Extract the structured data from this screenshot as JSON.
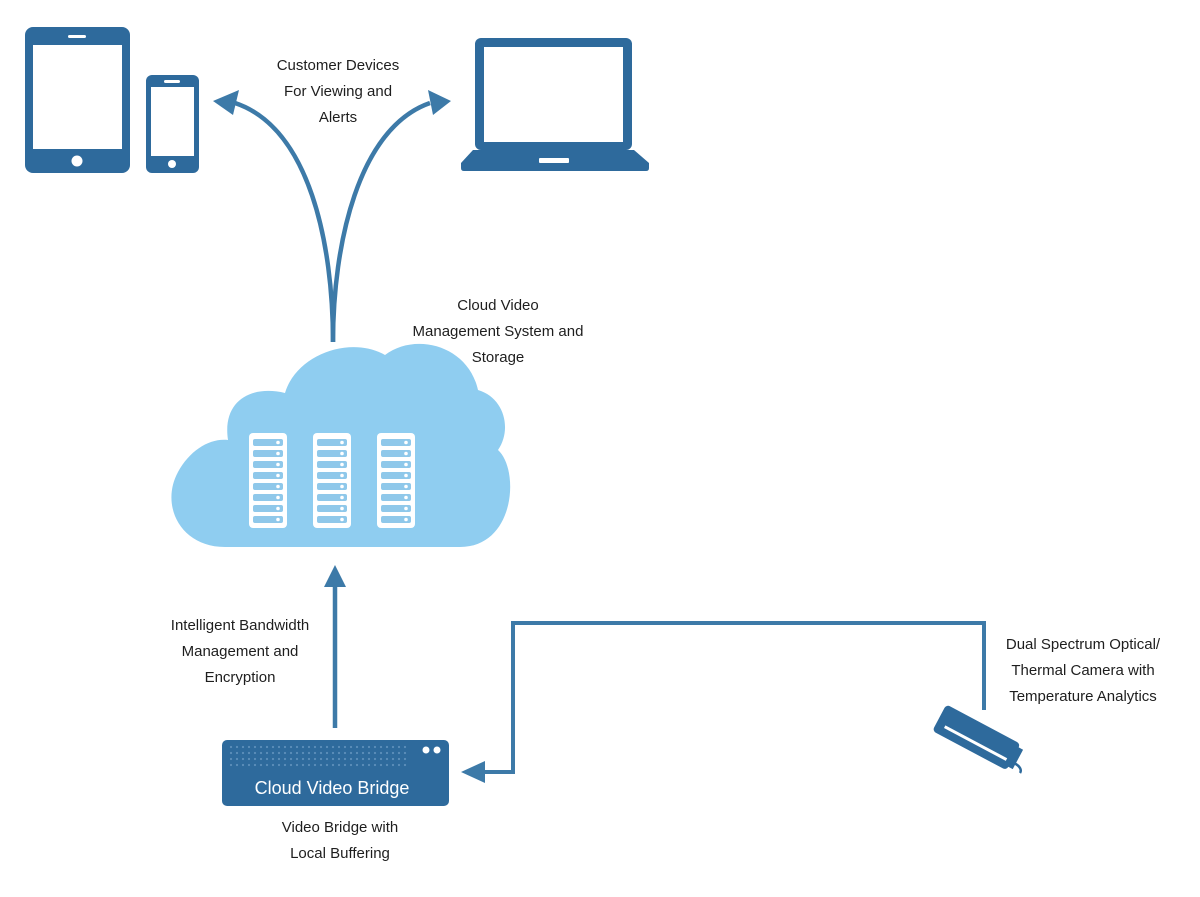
{
  "labels": {
    "customer_devices": [
      "Customer Devices",
      "For Viewing and",
      "Alerts"
    ],
    "cloud_vms": [
      "Cloud Video",
      "Management System and",
      "Storage"
    ],
    "bandwidth": [
      "Intelligent Bandwidth",
      "Management and",
      "Encryption"
    ],
    "camera": [
      "Dual Spectrum Optical/",
      "Thermal Camera with",
      "Temperature Analytics"
    ],
    "bridge_caption": [
      "Video Bridge with",
      "Local Buffering"
    ]
  },
  "bridge_device_text": "Cloud Video Bridge",
  "icons": [
    "tablet-icon",
    "phone-icon",
    "laptop-icon",
    "cloud-icon",
    "server-rack-icon",
    "bridge-device-icon",
    "security-camera-icon"
  ],
  "colors": {
    "device_blue": "#2e6a9c",
    "arrow_blue": "#3d7aa8",
    "cloud_light": "#8fcdf0",
    "server_mid": "#8fc8ea",
    "text": "#1e1e1e"
  }
}
